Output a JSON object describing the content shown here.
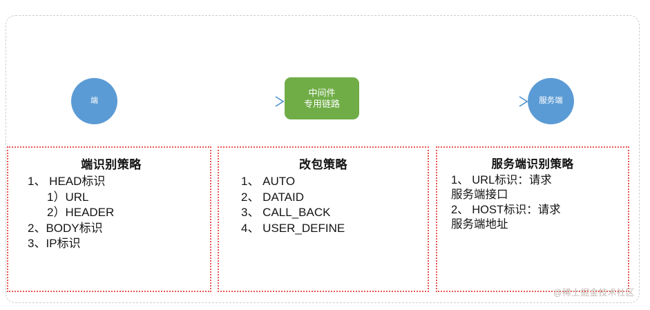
{
  "diagram": {
    "flow": {
      "client_node": {
        "label": "端"
      },
      "middleware_node": {
        "line1": "中间件",
        "line2": "专用链路"
      },
      "server_node": {
        "label": "服务端"
      }
    },
    "panels": [
      {
        "id": "client-strategy",
        "title": "端识别策略",
        "lines": [
          {
            "text": "1、 HEAD标识",
            "indent": 0
          },
          {
            "text": "1）URL",
            "indent": 1
          },
          {
            "text": "2）HEADER",
            "indent": 1
          },
          {
            "text": "2、BODY标识",
            "indent": 0
          },
          {
            "text": "3、IP标识",
            "indent": 0
          }
        ]
      },
      {
        "id": "repack-strategy",
        "title": "改包策略",
        "lines": [
          {
            "text": "1、 AUTO",
            "indent": 0
          },
          {
            "text": "2、 DATAID",
            "indent": 0
          },
          {
            "text": "3、 CALL_BACK",
            "indent": 0
          },
          {
            "text": "4、 USER_DEFINE",
            "indent": 0
          }
        ]
      },
      {
        "id": "server-strategy",
        "title": "服务端识别策略",
        "lines": [
          {
            "text": "1、 URL标识：请求",
            "indent": 0
          },
          {
            "text": "服务端接口",
            "indent": 0
          },
          {
            "text": "2、 HOST标识：请求",
            "indent": 0
          },
          {
            "text": "服务端地址",
            "indent": 0
          }
        ]
      }
    ],
    "watermark": "@稀土掘金技术社区",
    "colors": {
      "node_blue": "#5b9bd5",
      "node_green": "#70ad47",
      "panel_border_red": "#e8534f",
      "outer_border_gray": "#c9ccd1",
      "arrow_blue": "#5b9bd5",
      "text_dark": "#141414",
      "watermark_gray": "#c2b7b2"
    }
  }
}
